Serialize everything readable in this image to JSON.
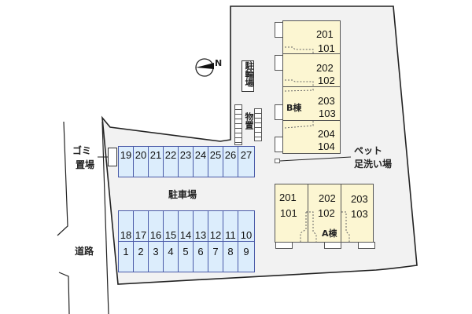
{
  "labels": {
    "parking": "駐車場",
    "bicycle": "駐輪場",
    "storage": "物置",
    "garbage_line1": "ゴミ",
    "garbage_line2": "置場",
    "road": "道路",
    "pet_line1": "ペット",
    "pet_line2": "足洗い場",
    "building_a": "A棟",
    "building_b": "B棟",
    "north": "N"
  },
  "parking": {
    "top_row": [
      "19",
      "20",
      "21",
      "22",
      "23",
      "24",
      "25",
      "26",
      "27"
    ],
    "bottom_row_upper": [
      "18",
      "17",
      "16",
      "15",
      "14",
      "13",
      "12",
      "11",
      "10"
    ],
    "bottom_row_lower": [
      "1",
      "2",
      "3",
      "4",
      "5",
      "6",
      "7",
      "8",
      "9"
    ]
  },
  "building_b": {
    "units": [
      {
        "upper": "201",
        "lower": "101"
      },
      {
        "upper": "202",
        "lower": "102"
      },
      {
        "upper": "203",
        "lower": "103"
      },
      {
        "upper": "204",
        "lower": "104"
      }
    ]
  },
  "building_a": {
    "units": [
      {
        "upper": "201",
        "lower": "101"
      },
      {
        "upper": "202",
        "lower": "102"
      },
      {
        "upper": "203",
        "lower": "103"
      }
    ]
  },
  "colors": {
    "site_fill": "#f2f2f2",
    "building_fill": "#fcf6d2",
    "parking_fill": "#dcedfc",
    "parking_border": "#4a5aa8"
  }
}
